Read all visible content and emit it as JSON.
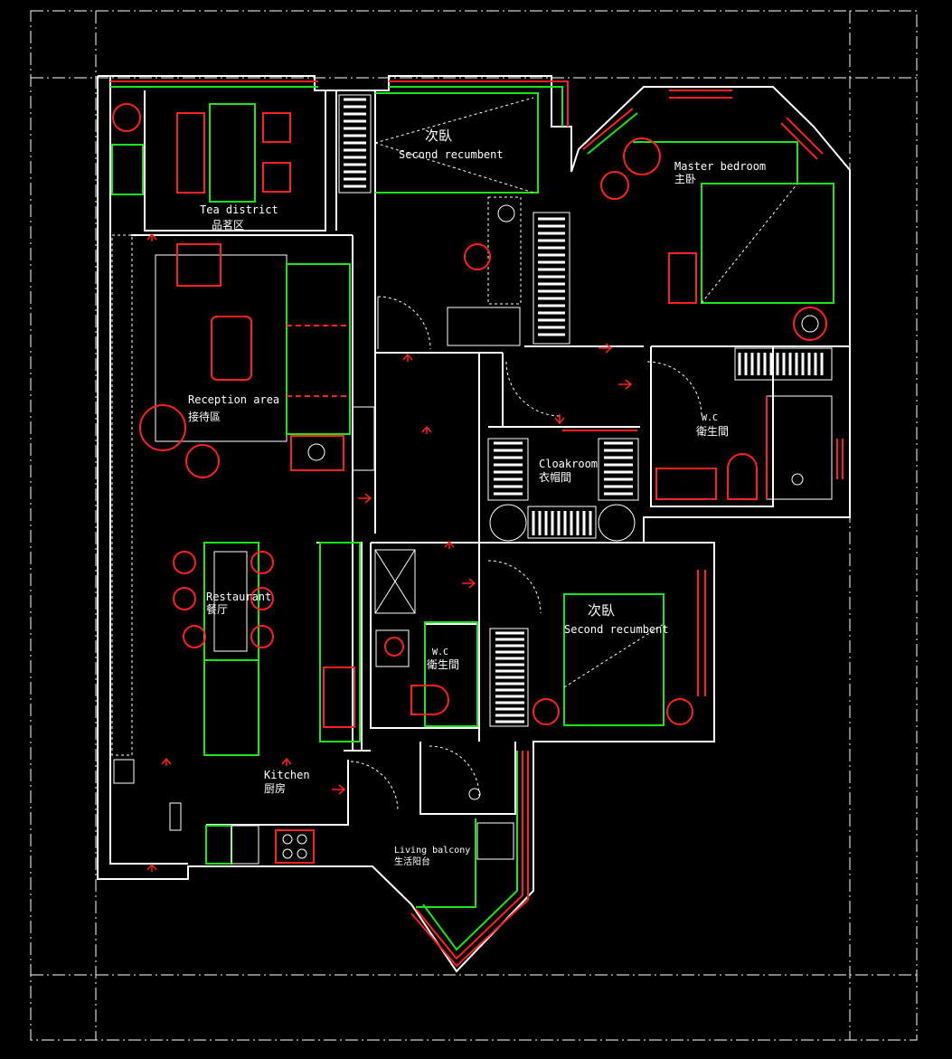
{
  "rooms": {
    "tea_district": {
      "en": "Tea district",
      "cn": "品茗区"
    },
    "second_bedroom_top": {
      "cn": "次臥",
      "en": "Second recumbent"
    },
    "master_bedroom": {
      "en": "Master bedroom",
      "cn": "主卧"
    },
    "reception_area": {
      "en": "Reception area",
      "cn": "接待區"
    },
    "wc_right": {
      "en": "W.C",
      "cn": "衛生間"
    },
    "cloakroom": {
      "en": "Cloakroom",
      "cn": "衣帽間"
    },
    "restaurant": {
      "en": "Restaurant",
      "cn": "餐厅"
    },
    "second_bedroom_bottom": {
      "cn": "次臥",
      "en": "Second recumbent"
    },
    "wc_center": {
      "en": "W.C",
      "cn": "衛生間"
    },
    "kitchen": {
      "en": "Kitchen",
      "cn": "厨房"
    },
    "living_balcony": {
      "en": "Living balcony",
      "cn": "生活阳台"
    }
  },
  "colors": {
    "background": "#000000",
    "walls": "#ffffff",
    "furniture": "#19e619",
    "fixtures": "#ff2020"
  }
}
